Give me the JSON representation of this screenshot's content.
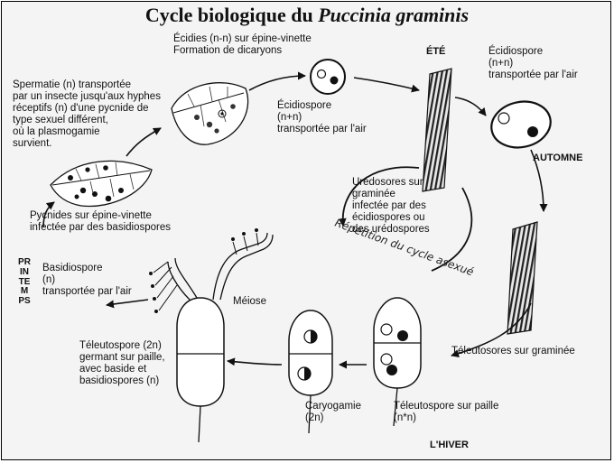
{
  "title": {
    "main": "Cycle biologique du ",
    "italic": "Puccinia graminis"
  },
  "seasons": {
    "ete": "ÉTÉ",
    "automne": "AUTOMNE",
    "hiver": "L'HIVER",
    "printemps": "PRINTEMPS"
  },
  "labels": {
    "spermatie": [
      "Spermatie (n) transportée",
      "par un insecte jusqu'aux hyphes",
      "réceptifs (n) d'une pycnide de",
      "type sexuel différent,",
      "où la plasmogamie",
      "survient."
    ],
    "ecidies": [
      "Écidies (n-n) sur épine-vinette",
      "Formation de dicaryons"
    ],
    "ecidiospore_center": [
      "Écidiospore",
      "(n+n)",
      "transportée par l'air"
    ],
    "ecidiospore_right": [
      "Écidiospore",
      "(n+n)",
      "transportée par l'air"
    ],
    "uredosores": [
      "Urédosores sur",
      "graminée",
      "infectée par des",
      "écidiospores ou",
      "des urédospores"
    ],
    "repetition": "Répétition du cycle asexué",
    "pycnides": [
      "Pycnides sur épine-vinette",
      "infectée par des basidiospores"
    ],
    "basidiospore": [
      "Basidiospore",
      "(n)",
      "transportée par l'air"
    ],
    "meiose": "Méiose",
    "teleutospore_germ": [
      "Téleutospore (2n)",
      "germant sur paille,",
      "avec baside et",
      "basidiospores (n)"
    ],
    "teleutosores": "Téleutosores sur graminée",
    "caryogamie": [
      "Caryogamie",
      "(2n)"
    ],
    "teleutospore_paille": [
      "Téleutospore sur paille",
      "(n*n)"
    ]
  }
}
